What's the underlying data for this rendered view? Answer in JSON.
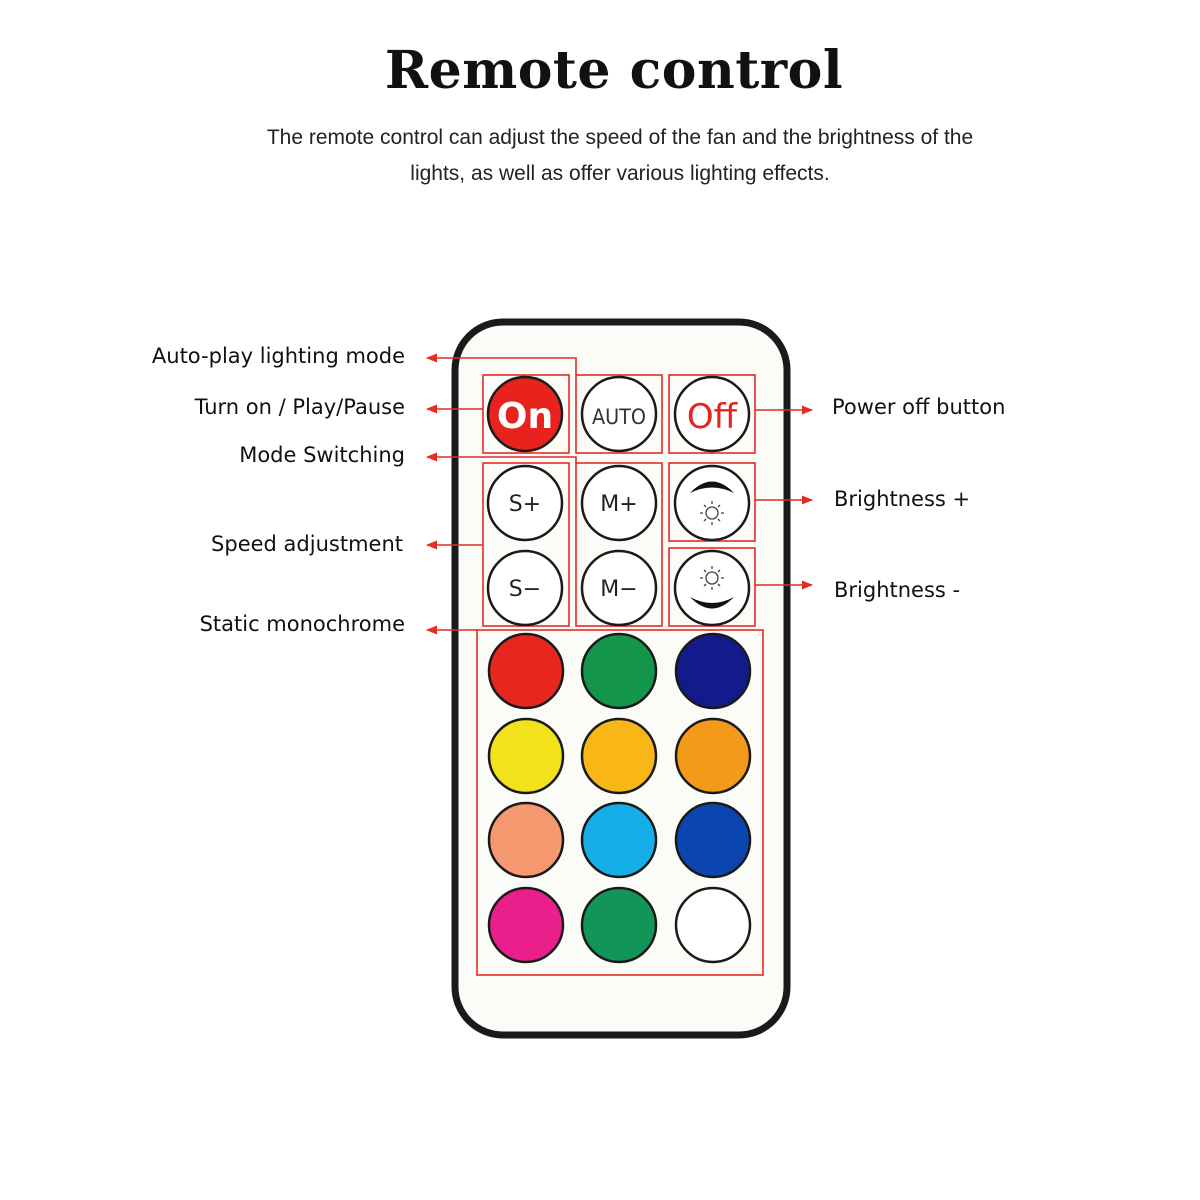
{
  "header": {
    "title": "Remote control",
    "subtitle_line1": "The remote control can adjust the speed of the fan and the brightness of the",
    "subtitle_line2": "lights, as well as offer various lighting effects."
  },
  "labels": {
    "auto_play": "Auto-play lighting mode",
    "turn_on": "Turn on / Play/Pause",
    "mode_switching": "Mode Switching",
    "speed_adjustment": "Speed adjustment",
    "static_monochrome": "Static monochrome",
    "power_off": "Power off button",
    "brightness_plus": "Brightness +",
    "brightness_minus": "Brightness -"
  },
  "buttons": {
    "on": "On",
    "auto": "AUTO",
    "off": "Off",
    "speed_up": "S+",
    "speed_down": "S−",
    "mode_up": "M+",
    "mode_down": "M−"
  },
  "colors": {
    "accent_red": "#e8221c",
    "annotation_red": "#e52b24",
    "body_outline": "#1a1a1a",
    "body_fill": "#fbfbf8",
    "swatches": [
      [
        "#e82620",
        "#13954a",
        "#131a8c"
      ],
      [
        "#f2e21b",
        "#f8b717",
        "#f39a1a"
      ],
      [
        "#f59870",
        "#15aee9",
        "#0b45b0"
      ],
      [
        "#ea1f8c",
        "#13955a",
        "#ffffff"
      ]
    ]
  }
}
